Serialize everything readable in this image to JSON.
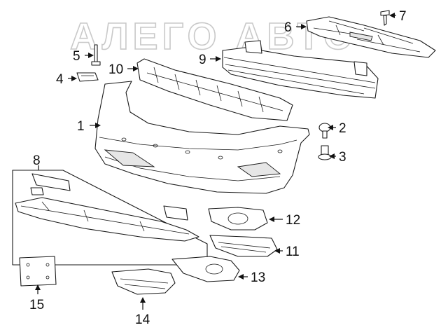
{
  "watermark": {
    "text": "АЛЕГО АВТО"
  },
  "callouts": [
    {
      "id": "1",
      "label": "1"
    },
    {
      "id": "2",
      "label": "2"
    },
    {
      "id": "3",
      "label": "3"
    },
    {
      "id": "4",
      "label": "4"
    },
    {
      "id": "5",
      "label": "5"
    },
    {
      "id": "6",
      "label": "6"
    },
    {
      "id": "7",
      "label": "7"
    },
    {
      "id": "8",
      "label": "8"
    },
    {
      "id": "9",
      "label": "9"
    },
    {
      "id": "10",
      "label": "10"
    },
    {
      "id": "11",
      "label": "11"
    },
    {
      "id": "12",
      "label": "12"
    },
    {
      "id": "13",
      "label": "13"
    },
    {
      "id": "14",
      "label": "14"
    },
    {
      "id": "15",
      "label": "15"
    }
  ]
}
